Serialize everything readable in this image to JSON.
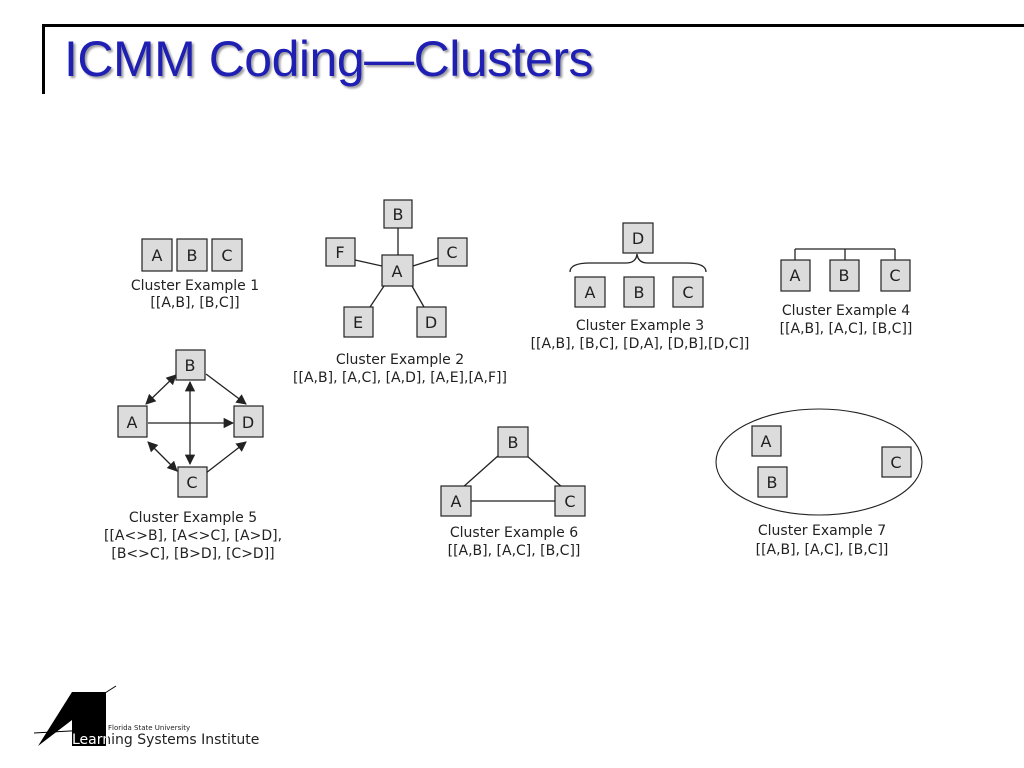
{
  "slide": {
    "title": "ICMM Coding—Clusters"
  },
  "examples": [
    {
      "caption": "Cluster Example 1",
      "codes": [
        "[[A,B], [B,C]]"
      ],
      "nodes": [
        "A",
        "B",
        "C"
      ]
    },
    {
      "caption": "Cluster Example 2",
      "codes": [
        "[[A,B], [A,C], [A,D], [A,E],[A,F]]"
      ],
      "nodes": [
        "B",
        "F",
        "A",
        "C",
        "E",
        "D"
      ]
    },
    {
      "caption": "Cluster Example 3",
      "codes": [
        "[[A,B], [B,C], [D,A], [D,B],[D,C]]"
      ],
      "nodes": [
        "D",
        "A",
        "B",
        "C"
      ]
    },
    {
      "caption": "Cluster Example 4",
      "codes": [
        "[[A,B], [A,C], [B,C]]"
      ],
      "nodes": [
        "A",
        "B",
        "C"
      ]
    },
    {
      "caption": "Cluster Example 5",
      "codes": [
        "[[A<>B], [A<>C], [A>D],",
        "[B<>C], [B>D], [C>D]]"
      ],
      "nodes": [
        "B",
        "A",
        "D",
        "C"
      ]
    },
    {
      "caption": "Cluster Example 6",
      "codes": [
        "[[A,B], [A,C], [B,C]]"
      ],
      "nodes": [
        "B",
        "A",
        "C"
      ]
    },
    {
      "caption": "Cluster Example 7",
      "codes": [
        "[[A,B], [A,C], [B,C]]"
      ],
      "nodes": [
        "A",
        "C",
        "B"
      ]
    }
  ],
  "logo": {
    "university": "Florida State University",
    "institute": "Learning Systems Institute"
  }
}
